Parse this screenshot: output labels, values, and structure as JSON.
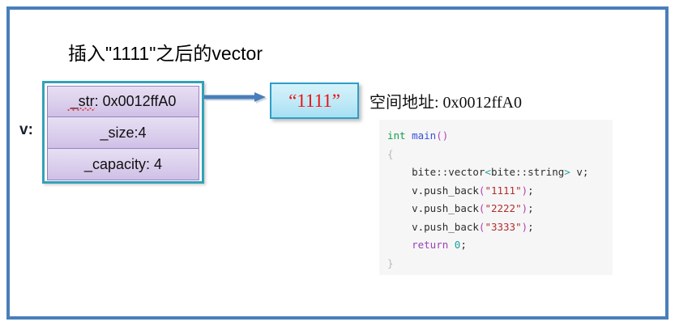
{
  "slide": {
    "title": "插入\"1111\"之后的vector",
    "frame_color": "#4a7ebb",
    "background": "#ffffff"
  },
  "diagram": {
    "variable_label": "v:",
    "vector_box": {
      "border_color": "#31a2b8",
      "cell_fill": "#ddd2ee",
      "cells": [
        {
          "name": "str-pointer",
          "text": "_str: 0x0012ffA0",
          "spellcheck_underline": true
        },
        {
          "name": "size",
          "text": "_size:4",
          "spellcheck_underline": false
        },
        {
          "name": "capacity",
          "text": "_capacity: 4",
          "spellcheck_underline": false
        }
      ]
    },
    "arrow": {
      "name": "pointer-arrow",
      "color": "#4a7ebb",
      "direction": "right"
    },
    "value_box": {
      "text": "“1111”",
      "text_color": "#ee1111",
      "border_color": "#2e9ec6",
      "fill": "#bfe9f7"
    },
    "address_caption": "空间地址: 0x0012ffA0"
  },
  "code": {
    "background": "#f6f6f6",
    "language": "cpp",
    "lines": [
      {
        "indent": 0,
        "tokens": [
          {
            "t": "int",
            "c": "kw"
          },
          {
            "t": " ",
            "c": "plain"
          },
          {
            "t": "main",
            "c": "fn"
          },
          {
            "t": "()",
            "c": "punct"
          }
        ]
      },
      {
        "indent": 0,
        "tokens": [
          {
            "t": "{",
            "c": "brace"
          }
        ]
      },
      {
        "indent": 1,
        "tokens": [
          {
            "t": "bite::vector",
            "c": "plain"
          },
          {
            "t": "<",
            "c": "angle"
          },
          {
            "t": "bite::string",
            "c": "plain"
          },
          {
            "t": ">",
            "c": "angle"
          },
          {
            "t": " v;",
            "c": "plain"
          }
        ]
      },
      {
        "indent": 1,
        "tokens": [
          {
            "t": "v.push_back",
            "c": "plain"
          },
          {
            "t": "(",
            "c": "punct"
          },
          {
            "t": "\"1111\"",
            "c": "str"
          },
          {
            "t": ")",
            "c": "punct"
          },
          {
            "t": ";",
            "c": "semi"
          }
        ]
      },
      {
        "indent": 1,
        "tokens": [
          {
            "t": "v.push_back",
            "c": "plain"
          },
          {
            "t": "(",
            "c": "punct"
          },
          {
            "t": "\"2222\"",
            "c": "str"
          },
          {
            "t": ")",
            "c": "punct"
          },
          {
            "t": ";",
            "c": "semi"
          }
        ]
      },
      {
        "indent": 1,
        "tokens": [
          {
            "t": "v.push_back",
            "c": "plain"
          },
          {
            "t": "(",
            "c": "punct"
          },
          {
            "t": "\"3333\"",
            "c": "str"
          },
          {
            "t": ")",
            "c": "punct"
          },
          {
            "t": ";",
            "c": "semi"
          }
        ]
      },
      {
        "indent": 1,
        "tokens": [
          {
            "t": "return",
            "c": "ret"
          },
          {
            "t": " ",
            "c": "plain"
          },
          {
            "t": "0",
            "c": "num"
          },
          {
            "t": ";",
            "c": "semi"
          }
        ]
      },
      {
        "indent": 0,
        "tokens": [
          {
            "t": "}",
            "c": "brace"
          }
        ]
      }
    ]
  }
}
